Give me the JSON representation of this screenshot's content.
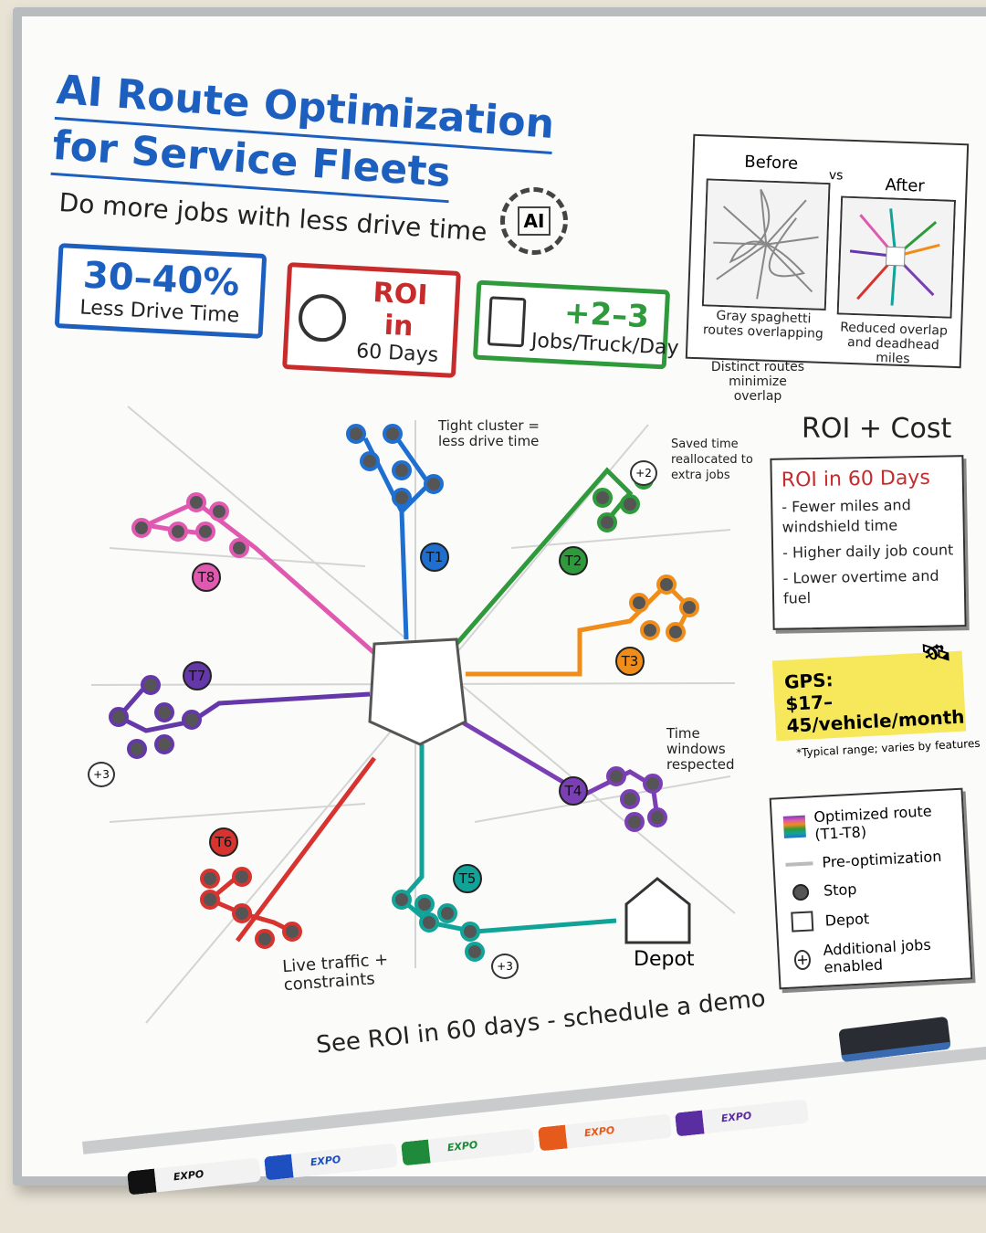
{
  "title": {
    "line1": "AI Route Optimization",
    "line2": "for Service Fleets"
  },
  "subtitle": "Do more jobs with less drive time",
  "ai_icon": "AI",
  "stats": [
    {
      "big": "30–40%",
      "small": "Less Drive Time",
      "color": "#1d5fbf",
      "icon": "none"
    },
    {
      "big": "ROI in",
      "small": "60 Days",
      "color": "#c62c2c",
      "icon": "stopwatch-icon"
    },
    {
      "big": "+2–3",
      "small": "Jobs/Truck/Day",
      "color": "#2f9a3c",
      "icon": "clipboard-icon"
    }
  ],
  "comparison": {
    "before": "Before",
    "vs": "vs",
    "after": "After",
    "before_caption": "Gray spaghetti routes overlapping",
    "after_caption": "Reduced overlap and deadhead miles",
    "note": "Distinct routes minimize overlap"
  },
  "roi_cost": {
    "heading": "ROI + Cost",
    "box_title": "ROI in 60 Days",
    "items": [
      "- Fewer miles and windshield time",
      "- Higher daily job count",
      "- Lower overtime and fuel"
    ]
  },
  "gps": {
    "label": "GPS:",
    "price": "$17–45/vehicle/month",
    "note": "*Typical range; varies by features"
  },
  "legend": [
    {
      "icon": "rainbow-route-icon",
      "label": "Optimized route (T1-T8)"
    },
    {
      "icon": "gray-line-icon",
      "label": "Pre-optimization"
    },
    {
      "icon": "stop-dot-icon",
      "label": "Stop"
    },
    {
      "icon": "depot-icon",
      "label": "Depot"
    },
    {
      "icon": "plus-circle-icon",
      "label": "Additional jobs enabled"
    }
  ],
  "map": {
    "routes": [
      {
        "id": "T1",
        "color": "#1f6fd1"
      },
      {
        "id": "T2",
        "color": "#2f9a3c"
      },
      {
        "id": "T3",
        "color": "#ef8c1a"
      },
      {
        "id": "T4",
        "color": "#7b3fb5"
      },
      {
        "id": "T5",
        "color": "#12a398"
      },
      {
        "id": "T6",
        "color": "#d8342f"
      },
      {
        "id": "T7",
        "color": "#6438a8"
      },
      {
        "id": "T8",
        "color": "#e059b0"
      }
    ],
    "annotations": {
      "tight": "Tight cluster = less drive time",
      "saved": "Saved time reallocated to extra jobs",
      "windows": "Time windows respected",
      "traffic": "Live traffic + constraints",
      "depot": "Depot"
    },
    "badges": [
      "+2",
      "+3",
      "+3"
    ]
  },
  "footer": "See ROI in 60 days - schedule a demo",
  "markers": [
    {
      "label": "EXPO",
      "color": "#111"
    },
    {
      "label": "EXPO",
      "color": "#1d4fc0"
    },
    {
      "label": "EXPO",
      "color": "#1e8a3a"
    },
    {
      "label": "EXPO",
      "color": "#e65b1c"
    },
    {
      "label": "EXPO",
      "color": "#5a2ea0"
    }
  ]
}
